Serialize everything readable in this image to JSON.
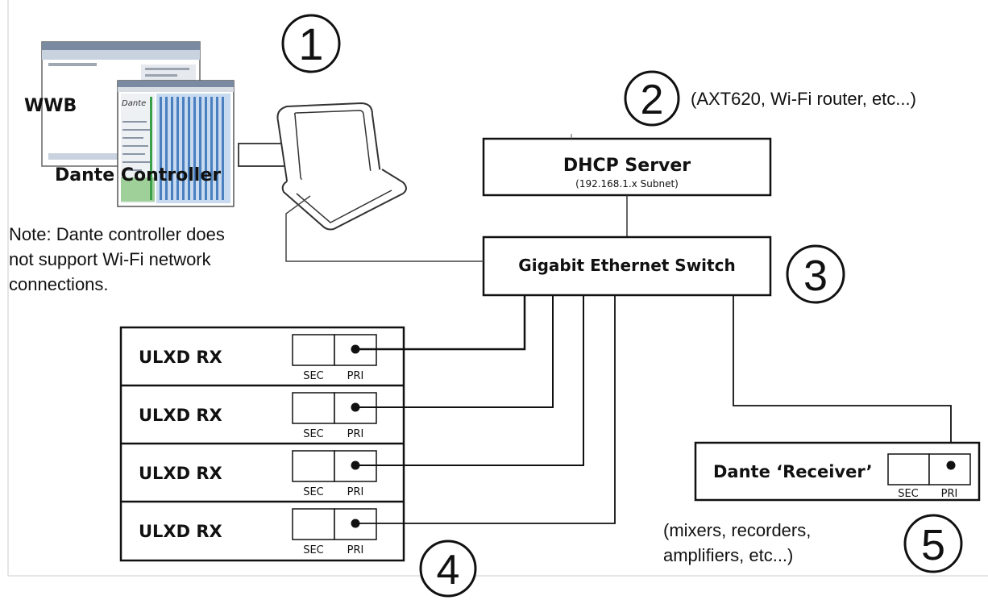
{
  "screens": {
    "wwb_label": "WWB",
    "dante_label": "Dante Controller",
    "dante_logo_text": "Dante"
  },
  "markers": [
    "1",
    "2",
    "3",
    "4",
    "5"
  ],
  "dhcp": {
    "title": "DHCP Server",
    "subtitle": "(192.168.1.x Subnet)",
    "examples": "(AXT620, Wi-Fi router, etc...)"
  },
  "switch": {
    "title": "Gigabit Ethernet Switch"
  },
  "note": {
    "lines": [
      "Note: Dante controller does",
      "not support Wi-Fi network",
      "connections."
    ]
  },
  "receivers": [
    {
      "label": "ULXD RX",
      "sec": "SEC",
      "pri": "PRI"
    },
    {
      "label": "ULXD RX",
      "sec": "SEC",
      "pri": "PRI"
    },
    {
      "label": "ULXD RX",
      "sec": "SEC",
      "pri": "PRI"
    },
    {
      "label": "ULXD RX",
      "sec": "SEC",
      "pri": "PRI"
    }
  ],
  "dante_receiver": {
    "label": "Dante ‘Receiver’",
    "sec": "SEC",
    "pri": "PRI",
    "examples": [
      "(mixers, recorders,",
      "amplifiers, etc...)"
    ]
  }
}
